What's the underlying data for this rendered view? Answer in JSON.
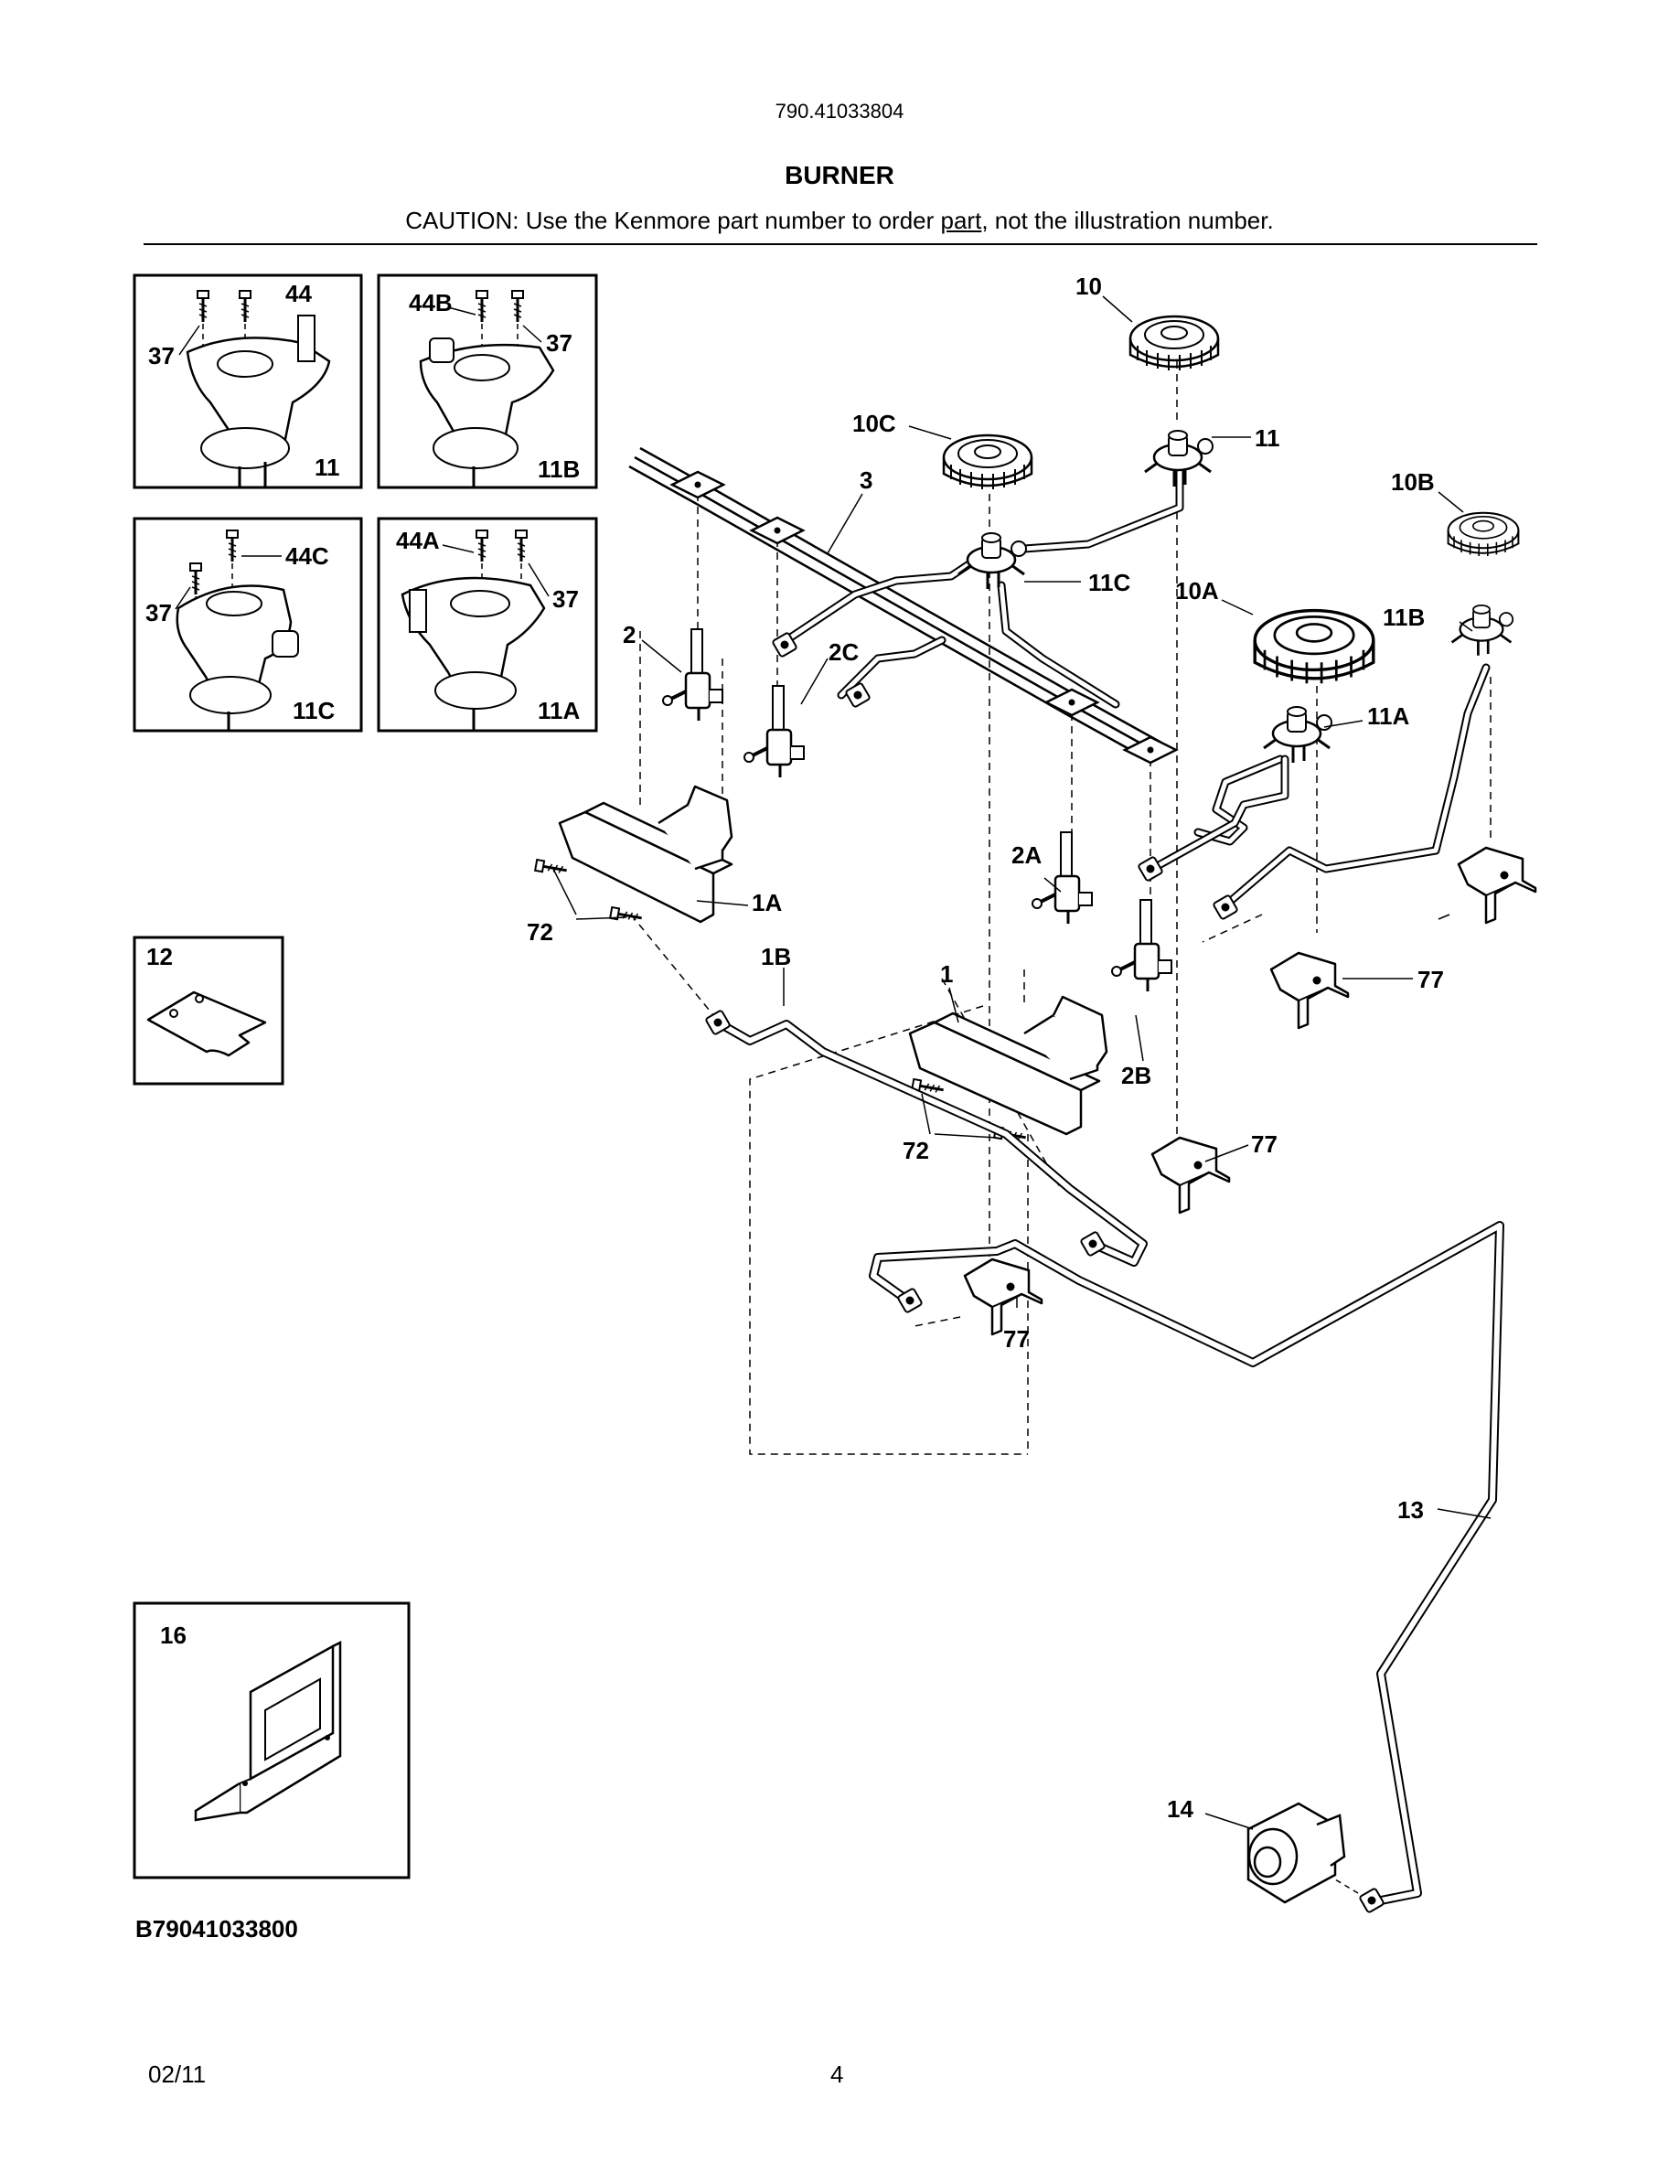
{
  "header": {
    "model_number": "790.41033804",
    "section_title": "BURNER",
    "caution_before": "CAUTION: Use the Kenmore part number to order ",
    "caution_link": "part",
    "caution_after": ", not the illustration number."
  },
  "insets": {
    "inset_11": {
      "labels": [
        "44",
        "37",
        "11"
      ]
    },
    "inset_11b": {
      "labels": [
        "44B",
        "37",
        "11B"
      ]
    },
    "inset_11c": {
      "labels": [
        "44C",
        "37",
        "11C"
      ]
    },
    "inset_11a": {
      "labels": [
        "44A",
        "37",
        "11A"
      ]
    },
    "inset_12": {
      "labels": [
        "12"
      ]
    },
    "inset_16": {
      "labels": [
        "16"
      ]
    }
  },
  "callouts": [
    "10",
    "11",
    "10C",
    "3",
    "10B",
    "11C",
    "10A",
    "11B",
    "2",
    "2C",
    "11A",
    "2A",
    "1A",
    "72",
    "1B",
    "1",
    "77",
    "2B",
    "72",
    "77",
    "77",
    "13",
    "14"
  ],
  "footer": {
    "diagram_code": "B79041033800",
    "date": "02/11",
    "page_number": "4"
  }
}
